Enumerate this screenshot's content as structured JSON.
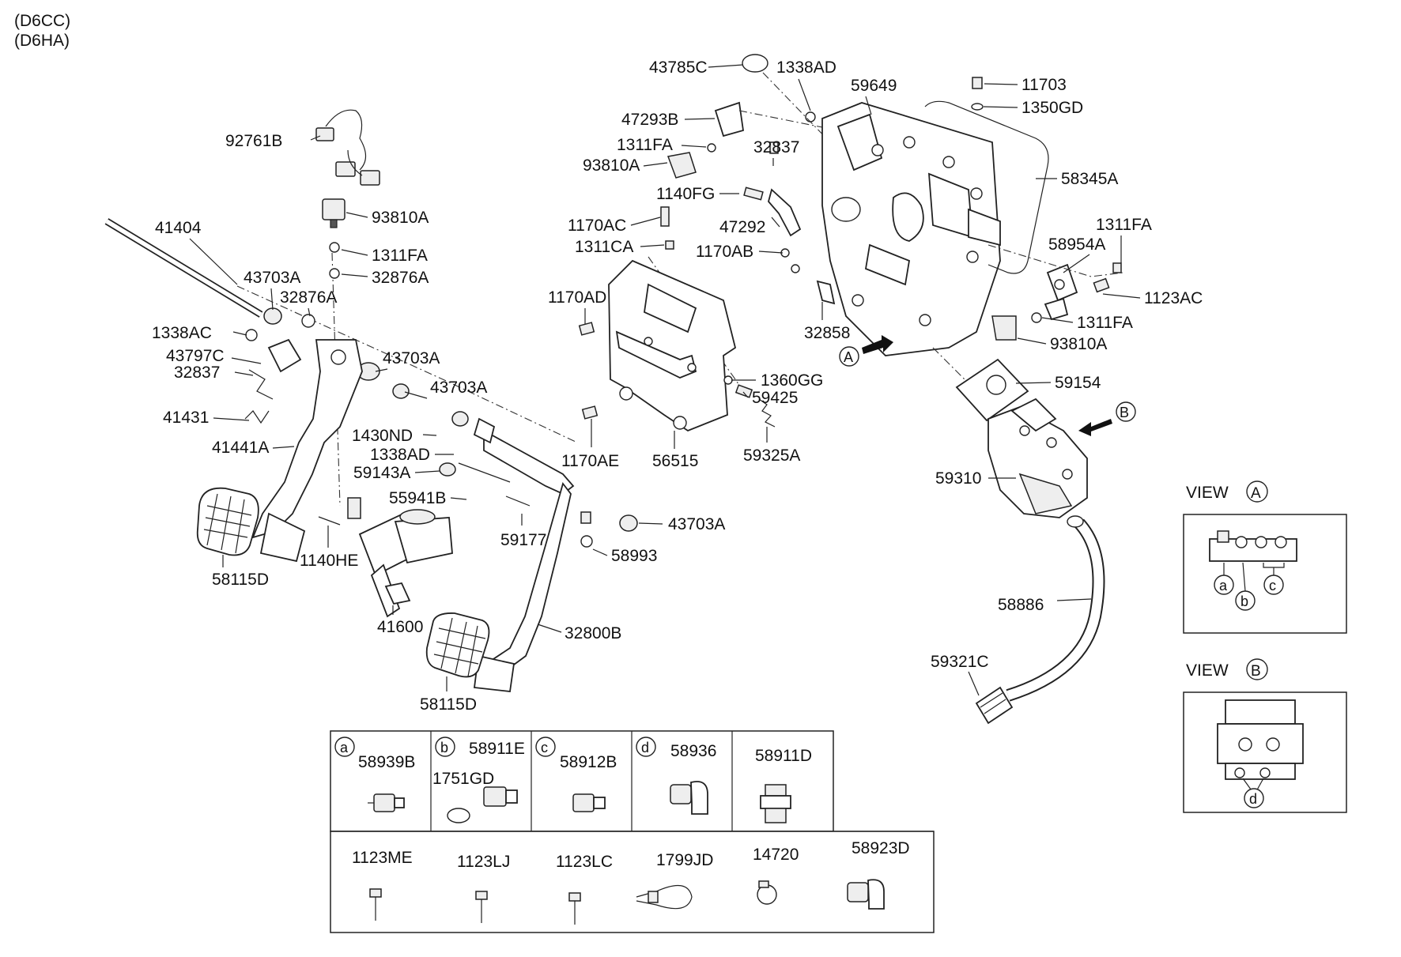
{
  "header": {
    "line1": "(D6CC)",
    "line2": "(D6HA)"
  },
  "callouts": [
    "92761B",
    "41404",
    "93810A",
    "1311FA",
    "32876A",
    "43703A",
    "32876A",
    "1338AC",
    "43797C",
    "43703A",
    "32837",
    "41431",
    "43703A",
    "1430ND",
    "41441A",
    "1338AD",
    "59143A",
    "55941B",
    "59177",
    "43703A",
    "58993",
    "1140HE",
    "58115D",
    "41600",
    "32800B",
    "58115D",
    "43785C",
    "1338AD",
    "59649",
    "47293B",
    "1311FA",
    "93810A",
    "32837",
    "1140FG",
    "1170AC",
    "47292",
    "1311CA",
    "1170AB",
    "1170AD",
    "32858",
    "1360GG",
    "59425",
    "1170AE",
    "56515",
    "59325A",
    "11703",
    "1350GD",
    "58345A",
    "1311FA",
    "58954A",
    "1123AC",
    "1311FA",
    "93810A",
    "59154",
    "59310",
    "58886",
    "59321C"
  ],
  "view_markers": {
    "a": "A",
    "b": "B"
  },
  "view_a": {
    "title": "VIEW",
    "letter": "A",
    "points": [
      "a",
      "b",
      "c"
    ]
  },
  "view_b": {
    "title": "VIEW",
    "letter": "B",
    "points": [
      "d"
    ]
  },
  "table": {
    "row1": [
      {
        "letter": "a",
        "codes": [
          "58939B"
        ]
      },
      {
        "letter": "b",
        "codes": [
          "58911E",
          "1751GD"
        ]
      },
      {
        "letter": "c",
        "codes": [
          "58912B"
        ]
      },
      {
        "letter": "d",
        "codes": [
          "58936"
        ]
      },
      {
        "letter": "",
        "codes": [
          "58911D"
        ]
      }
    ],
    "row2": [
      "1123ME",
      "1123LJ",
      "1123LC",
      "1799JD",
      "14720",
      "58923D"
    ]
  }
}
